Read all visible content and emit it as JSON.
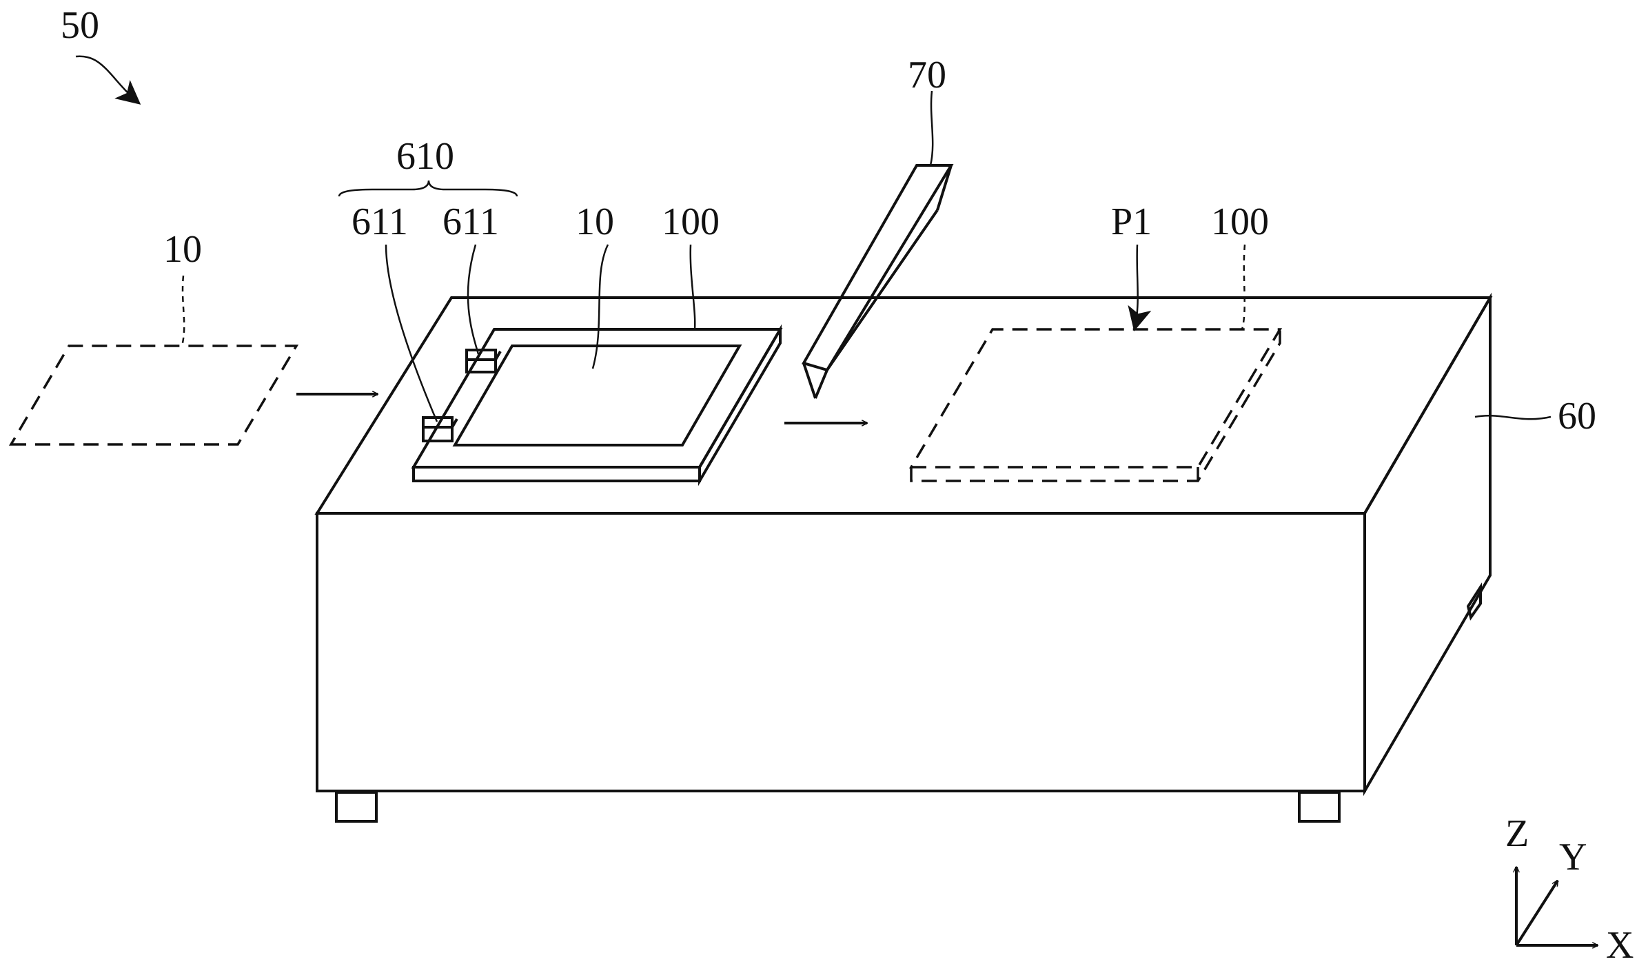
{
  "labels": {
    "device": "50",
    "tool": "70",
    "holder_group": "610",
    "clamp_a": "611",
    "clamp_b": "611",
    "panel_incoming": "10",
    "panel_on_stage": "10",
    "sheet_on_stage": "100",
    "position": "P1",
    "sheet_target": "100",
    "base": "60"
  },
  "axes": {
    "z": "Z",
    "y": "Y",
    "x": "X"
  }
}
